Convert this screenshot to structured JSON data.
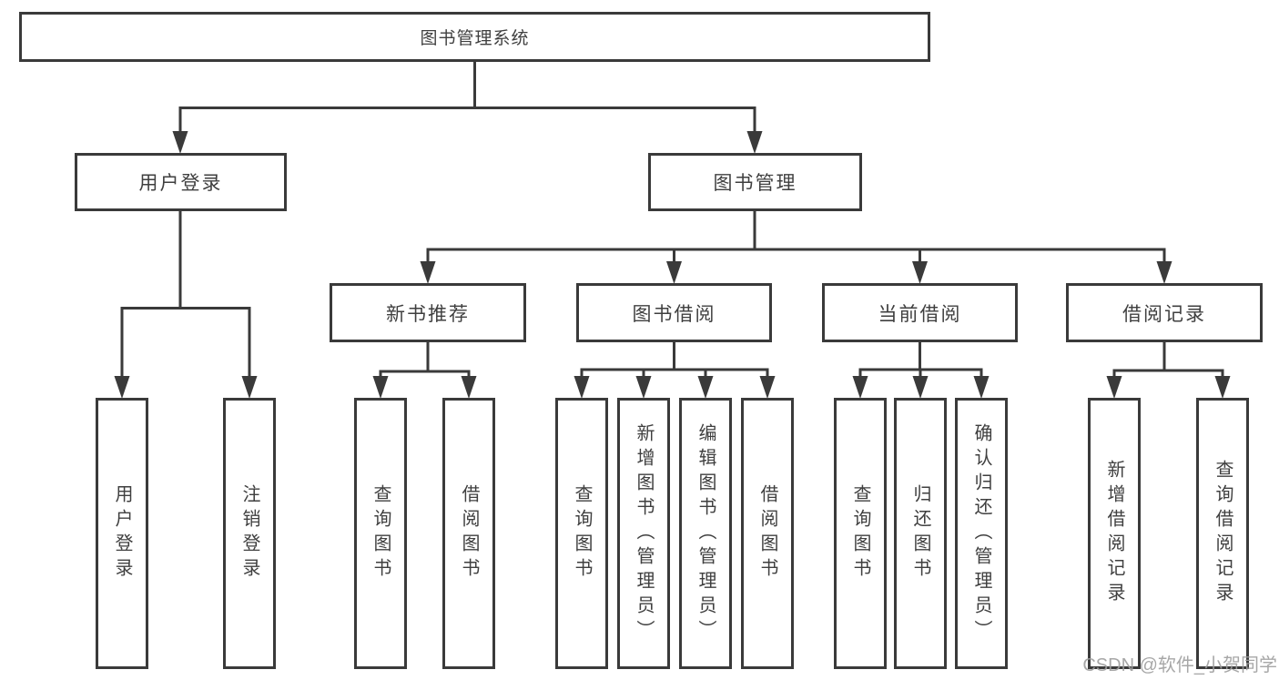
{
  "colors": {
    "line": "#3a3a3a",
    "text": "#3f3f3f",
    "background": "#ffffff",
    "watermark": "#9e9e9e"
  },
  "tree": {
    "root": {
      "label": "图书管理系统"
    },
    "branches": [
      {
        "label": "用户登录",
        "children": [
          {
            "label": "用户登录"
          },
          {
            "label": "注销登录"
          }
        ]
      },
      {
        "label": "图书管理",
        "children": [
          {
            "label": "新书推荐",
            "children": [
              {
                "label": "查询图书"
              },
              {
                "label": "借阅图书"
              }
            ]
          },
          {
            "label": "图书借阅",
            "children": [
              {
                "label": "查询图书"
              },
              {
                "label": "新增图书（管理员）"
              },
              {
                "label": "编辑图书（管理员）"
              },
              {
                "label": "借阅图书"
              }
            ]
          },
          {
            "label": "当前借阅",
            "children": [
              {
                "label": "查询图书"
              },
              {
                "label": "归还图书"
              },
              {
                "label": "确认归还（管理员）"
              }
            ]
          },
          {
            "label": "借阅记录",
            "children": [
              {
                "label": "新增借阅记录"
              },
              {
                "label": "查询借阅记录"
              }
            ]
          }
        ]
      }
    ]
  },
  "watermark": {
    "text": "CSDN @软件_小贺同学"
  }
}
